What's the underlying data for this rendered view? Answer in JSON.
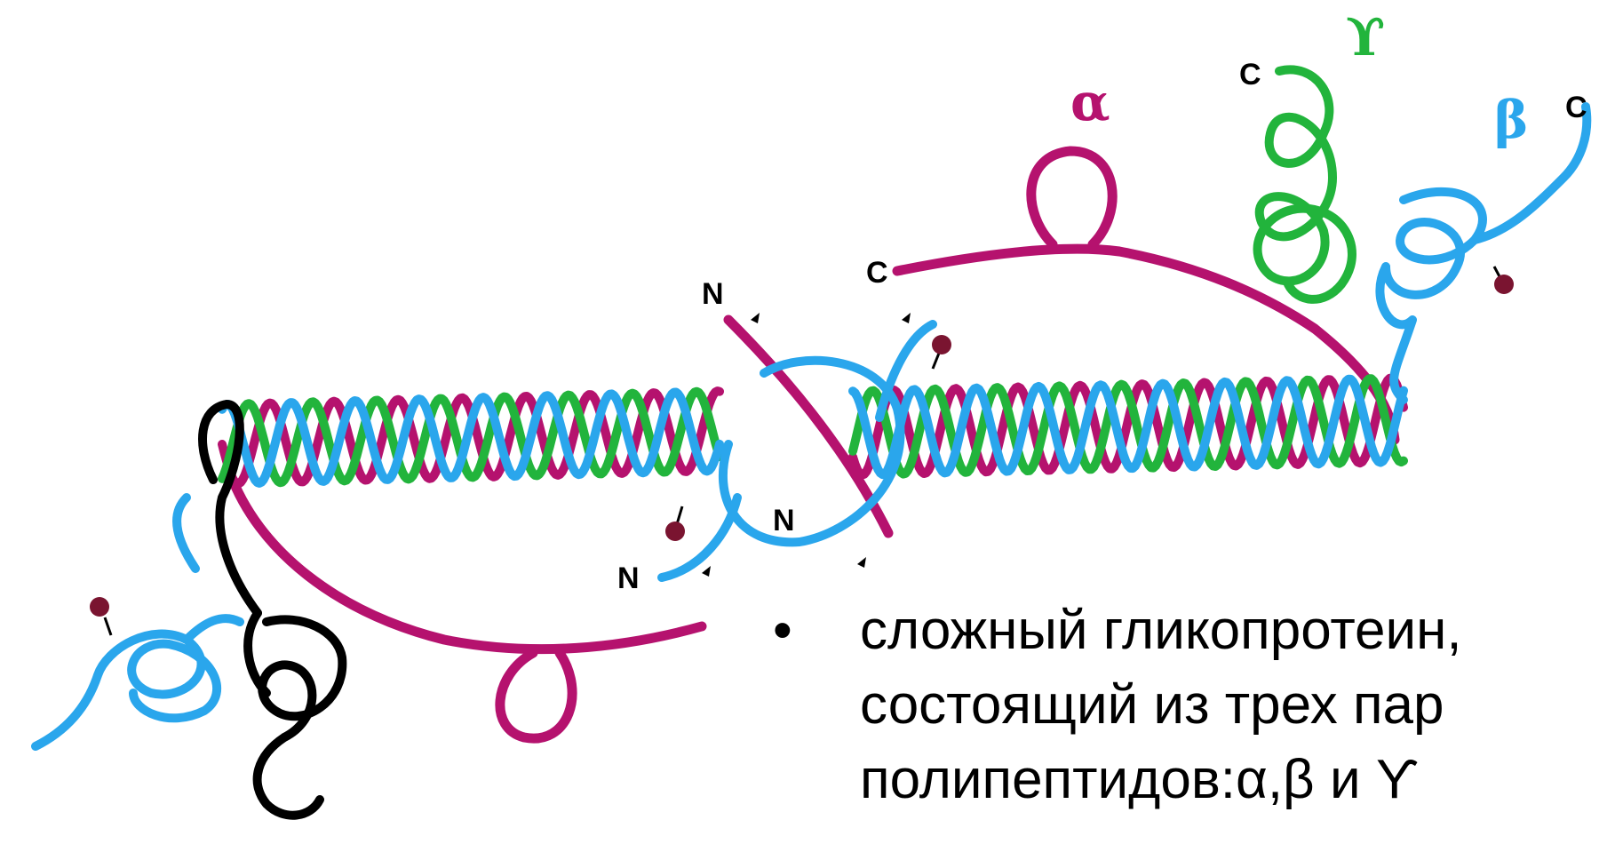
{
  "diagram": {
    "labels": {
      "alpha": "α",
      "beta": "β",
      "gamma": "ϒ",
      "c": "C",
      "n": "N"
    },
    "strand_colors": {
      "alpha": "#b5126e",
      "beta": "#2aa6ec",
      "gamma": "#22b43c",
      "other": "#000000"
    }
  },
  "caption": {
    "bullet": "•",
    "lines": [
      "сложный гликопротеин,",
      "состоящий из трех пар",
      "полипептидов:α,β и ϒ"
    ]
  }
}
